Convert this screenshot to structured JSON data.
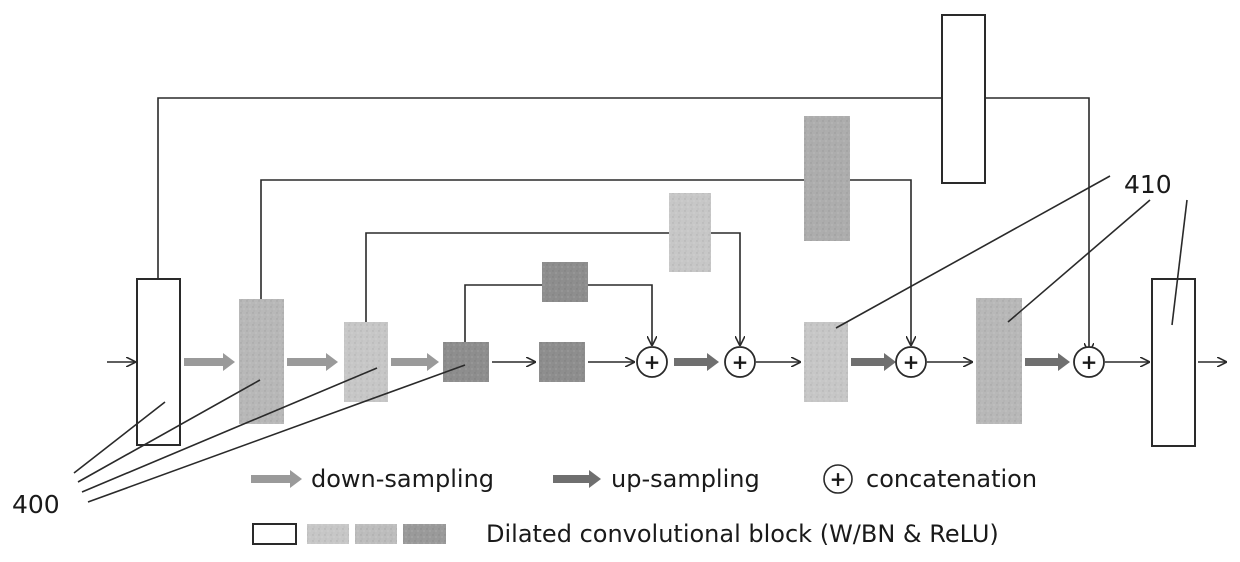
{
  "callouts": {
    "left": "400",
    "right": "410"
  },
  "legend": {
    "down_sampling": "down-sampling",
    "up_sampling": "up-sampling",
    "concatenation": "concatenation",
    "block": "Dilated convolutional block (W/BN & ReLU)"
  },
  "concat_symbol": "+",
  "colors": {
    "block_white": "#ffffff",
    "block_light": "#c7c7c7",
    "block_medium": "#adadad",
    "block_dark": "#8e8e8e",
    "down_arrow": "#9a9a9a",
    "up_arrow": "#6f6f6f",
    "line": "#2a2a2a"
  }
}
